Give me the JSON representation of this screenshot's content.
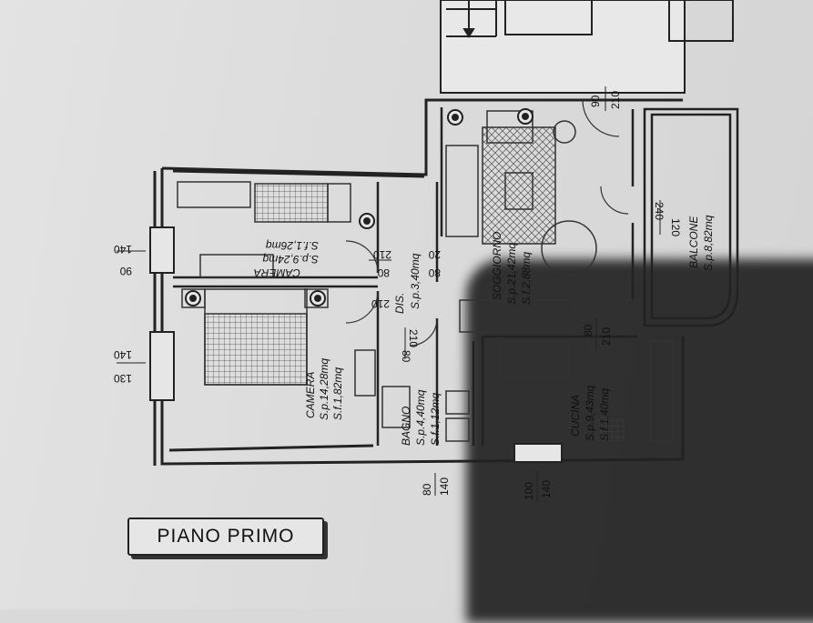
{
  "title": "PIANO PRIMO",
  "rooms": {
    "camera_small": {
      "name": "CAMERA",
      "sp": "S.p.9,24mq",
      "sf": "S.f.1,26mq"
    },
    "camera_big": {
      "name": "CAMERA",
      "sp": "S.p.14,28mq",
      "sf": "S.f.1,82mq"
    },
    "disimpegno": {
      "name": "DIS.",
      "sp": "S.p.3,40mq"
    },
    "bagno": {
      "name": "BAGNO",
      "sp": "S.p.4,40mq",
      "sf": "S.f.1,12mq"
    },
    "soggiorno": {
      "name": "SOGGIORNO",
      "sp": "S.p.21,42mq",
      "sf": "S.f.2,88mq"
    },
    "cucina": {
      "name": "CUCINA",
      "sp": "S.p.9,43mq",
      "sf": "S.f.1,40mq"
    },
    "balcone": {
      "name": "BALCONE",
      "sp": "S.p.8,82mq"
    }
  },
  "openings": {
    "window_left_top": {
      "top": "140",
      "bottom": "90"
    },
    "window_left_bottom": {
      "top": "140",
      "bottom": "130"
    },
    "door_camera_small": {
      "top": "80",
      "bottom": "210"
    },
    "door_camera_big": {
      "top": "80",
      "bottom": "210"
    },
    "door_dis": {
      "top": "80",
      "bottom": "210"
    },
    "door_bagno": {
      "top": "80",
      "bottom": "210"
    },
    "door_cucina": {
      "top": "80",
      "bottom": "210"
    },
    "door_entrance": {
      "top": "90",
      "bottom": "210"
    },
    "door_balcone": {
      "top": "240",
      "bottom": "120"
    },
    "window_bagno": {
      "top": "80",
      "bottom": "140"
    },
    "window_cucina": {
      "top": "100",
      "bottom": "140"
    },
    "small_label": "20"
  }
}
